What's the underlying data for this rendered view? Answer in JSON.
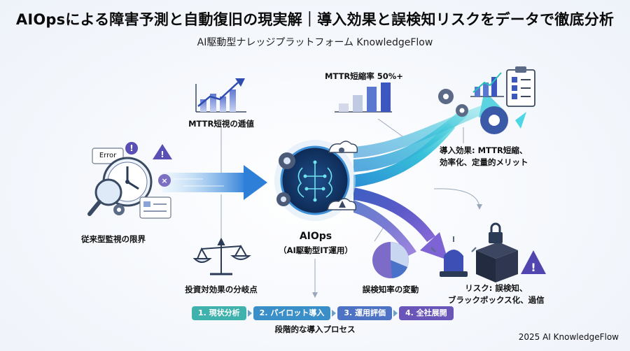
{
  "header": {
    "title": "AIOpsによる障害予測と自動復旧の現実解｜導入効果と誤検知リスクをデータで徹底分析",
    "subtitle": "AI駆動型ナレッジプラットフォーム KnowledgeFlow"
  },
  "left": {
    "error_tag": "Error",
    "label": "従来型監視の限界"
  },
  "top_chart": {
    "label": "MTTR短視の逓値"
  },
  "bar_chart": {
    "label": "MTTR短縮率 50%+"
  },
  "balance": {
    "label": "投資対効果の分岐点"
  },
  "center": {
    "title": "AIOps",
    "subtitle": "（AI駆動型IT運用）"
  },
  "effect": {
    "line1": "導入効果: MTTR短縮、",
    "line2": "効率化、定量的メリット"
  },
  "pie": {
    "label": "誤検知率の変動"
  },
  "risk": {
    "line1": "リスク: 誤検知、",
    "line2": "ブラックボックス化、過信"
  },
  "process": {
    "steps": [
      {
        "label": "1. 現状分析",
        "color": "#3fb2ad"
      },
      {
        "label": "2. パイロット導入",
        "color": "#3b8fc9"
      },
      {
        "label": "3. 運用評価",
        "color": "#4e73c4"
      },
      {
        "label": "4. 全社展開",
        "color": "#6a55b8"
      }
    ],
    "caption": "段階的な導入プロセス"
  },
  "footer": "2025 AI KnowledgeFlow"
}
